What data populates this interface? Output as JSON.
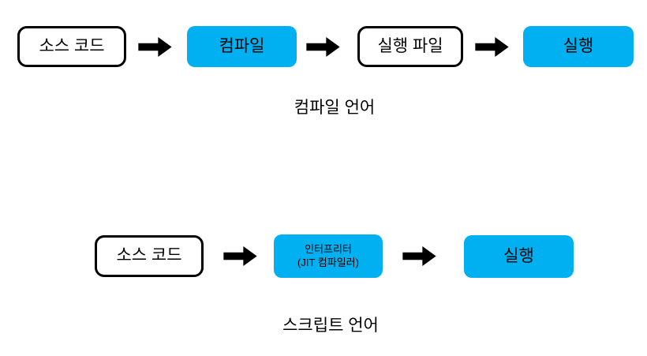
{
  "diagram": {
    "colors": {
      "accent": "#00B0F0",
      "outline": "#000000",
      "background": "#FFFFFF",
      "arrow": "#000000"
    },
    "compiled_flow": {
      "caption": "컴파일 언어",
      "nodes": [
        {
          "label": "소스 코드",
          "type": "outlined"
        },
        {
          "label": "컴파일",
          "type": "filled"
        },
        {
          "label": "실행 파일",
          "type": "outlined"
        },
        {
          "label": "실행",
          "type": "filled"
        }
      ]
    },
    "script_flow": {
      "caption": "스크립트 언어",
      "nodes": [
        {
          "label": "소스 코드",
          "type": "outlined"
        },
        {
          "label": "인터프리터",
          "label2": "(JIT 컴파일러)",
          "type": "filled"
        },
        {
          "label": "실행",
          "type": "filled"
        }
      ]
    }
  }
}
